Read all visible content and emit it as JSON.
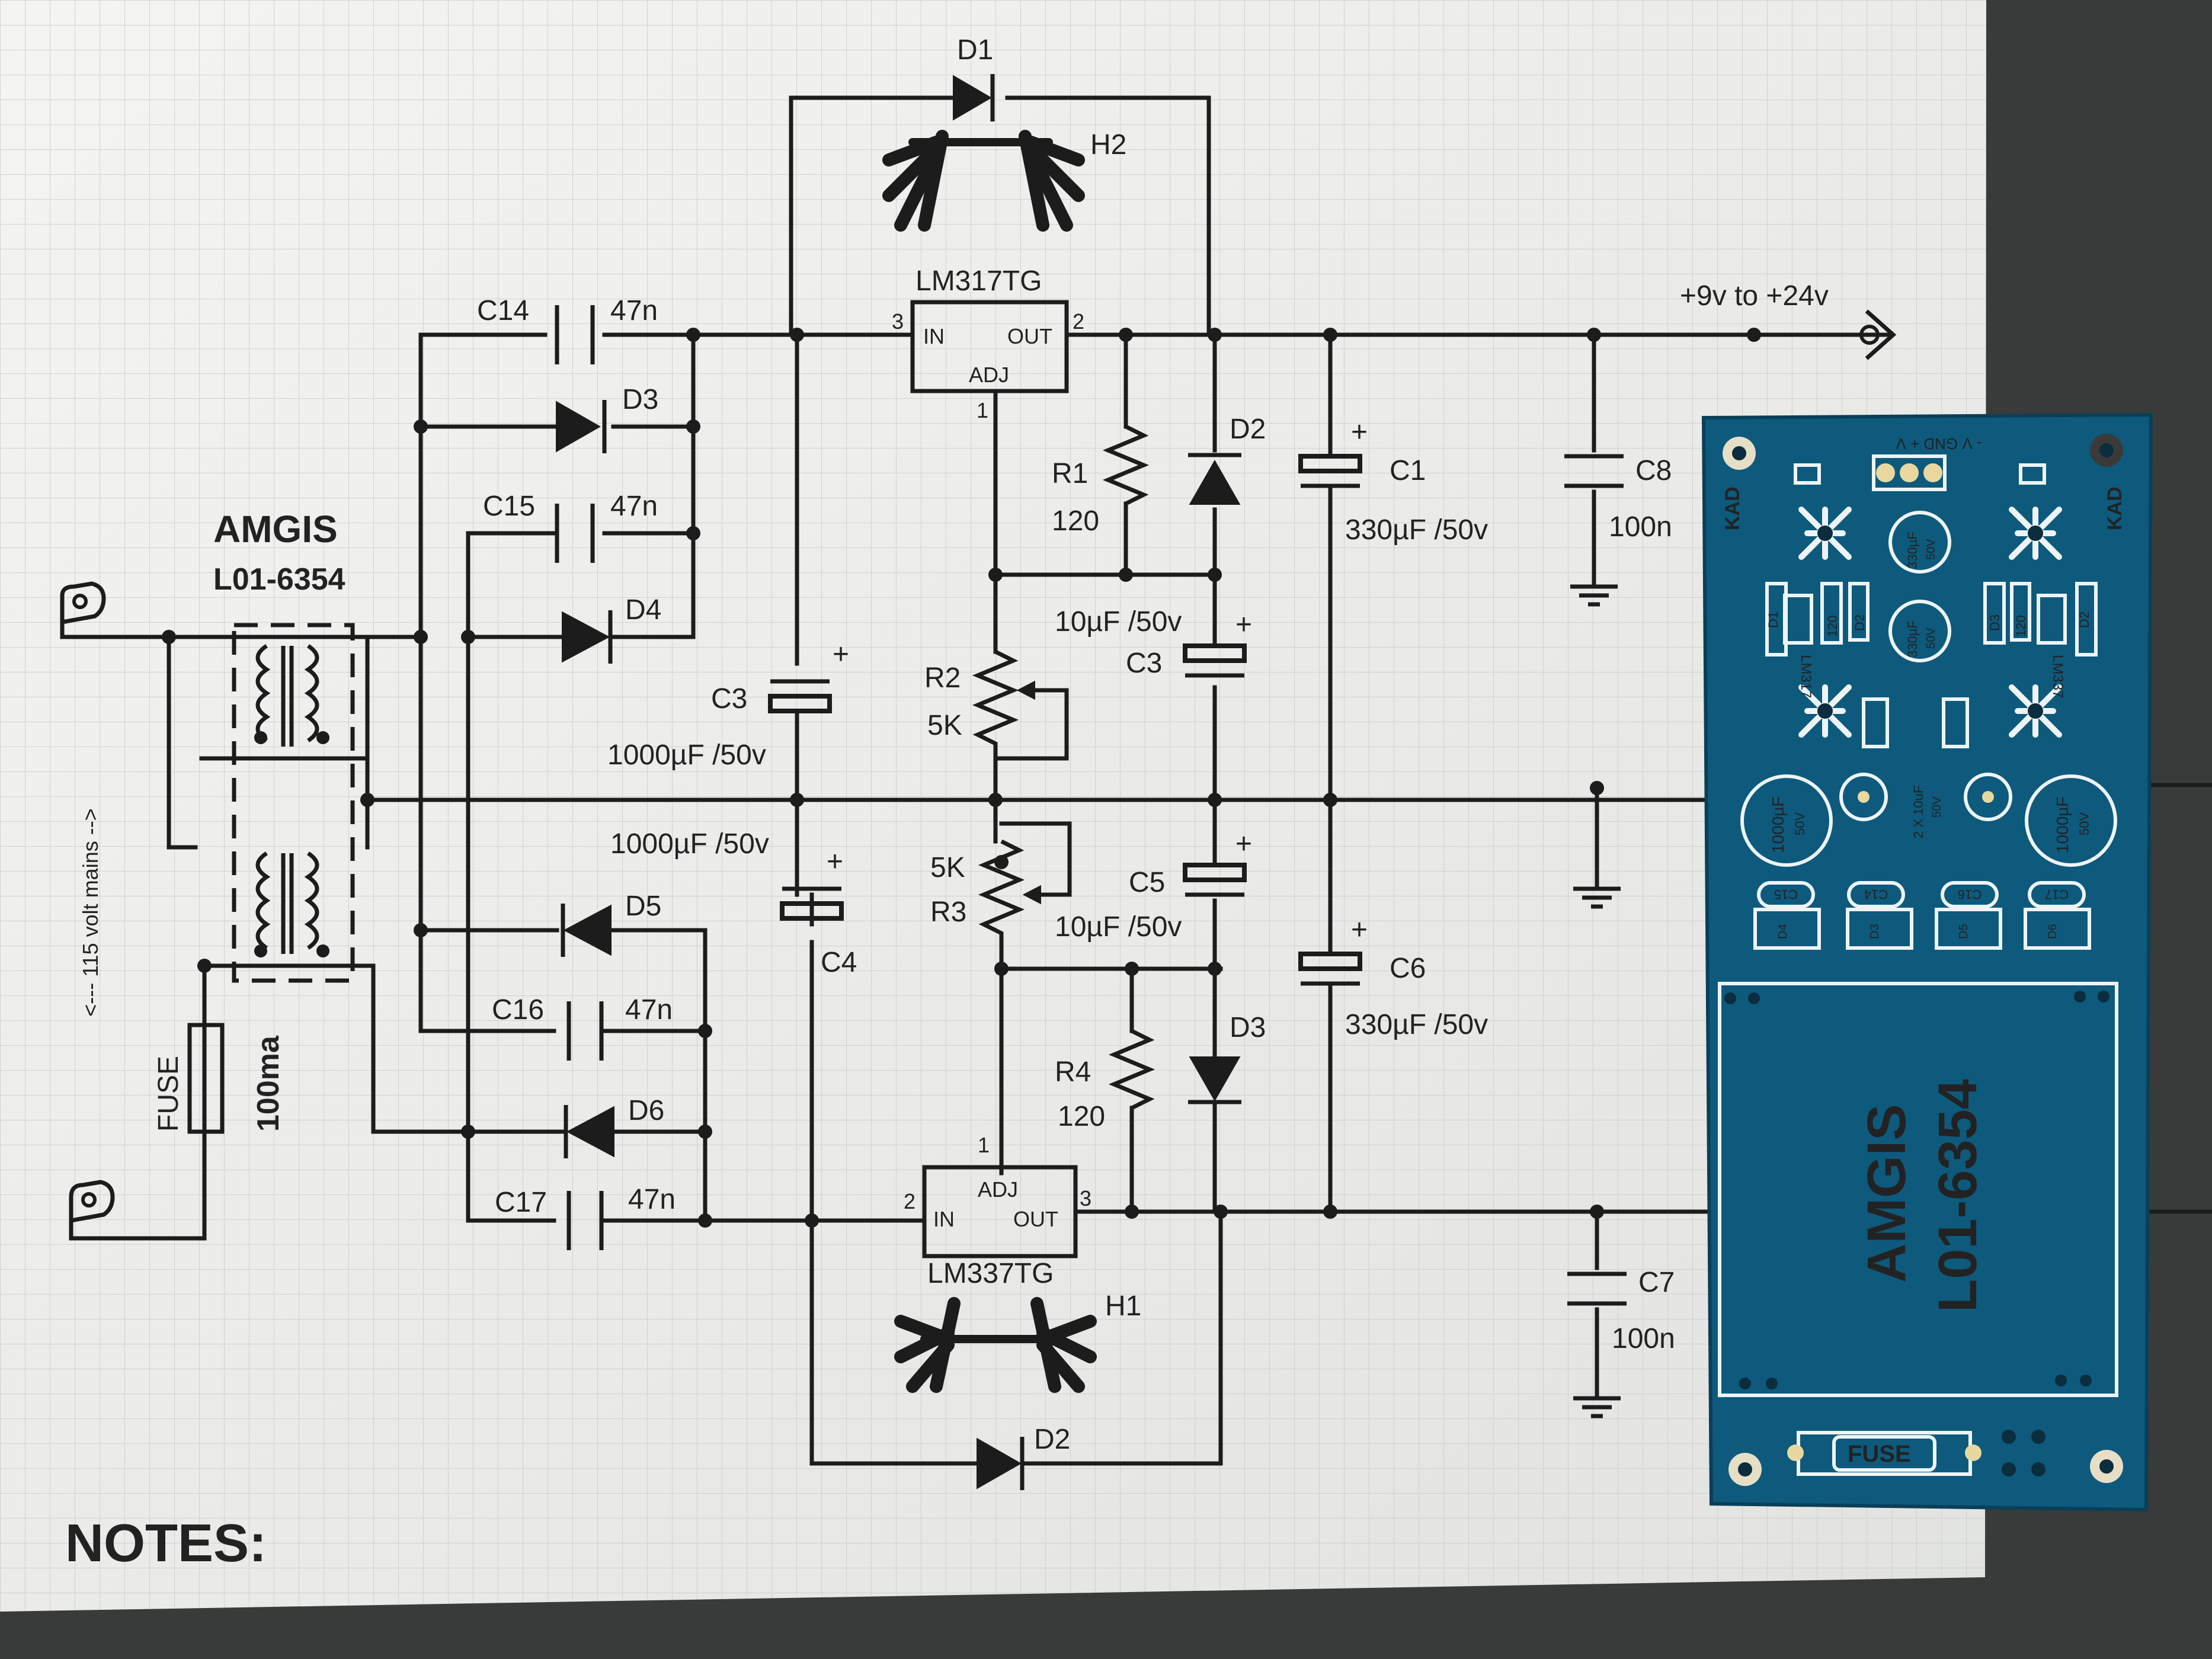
{
  "schematic": {
    "components": {
      "D1": {
        "ref": "D1"
      },
      "H2": {
        "ref": "H2"
      },
      "U1": {
        "ref": "LM317TG",
        "pin_in": "IN",
        "pin_out": "OUT",
        "pin_adj": "ADJ",
        "pin3": "3",
        "pin2": "2",
        "pin1": "1"
      },
      "U2": {
        "ref": "LM337TG",
        "pin_in": "IN",
        "pin_out": "OUT",
        "pin_adj": "ADJ",
        "pin2": "2",
        "pin3": "3",
        "pin1": "1"
      },
      "C14": {
        "ref": "C14",
        "val": "47n"
      },
      "D3a": {
        "ref": "D3"
      },
      "C15": {
        "ref": "C15",
        "val": "47n"
      },
      "D4": {
        "ref": "D4"
      },
      "transformer": {
        "brand": "AMGIS",
        "model": "L01-6354"
      },
      "mains": {
        "label": "<--- 115 volt mains -->"
      },
      "fuse": {
        "ref": "FUSE",
        "val": "100ma"
      },
      "C3a": {
        "ref": "C3",
        "val": "1000µF /50v"
      },
      "C4": {
        "ref": "C4",
        "val": "1000µF /50v"
      },
      "R1": {
        "ref": "R1",
        "val": "120"
      },
      "D2a": {
        "ref": "D2"
      },
      "C1": {
        "ref": "C1",
        "val": "330µF /50v"
      },
      "C8": {
        "ref": "C8",
        "val": "100n"
      },
      "output": {
        "label": "+9v to +24v"
      },
      "R2": {
        "ref": "R2",
        "val": "5K"
      },
      "C3b": {
        "ref": "C3",
        "val": "10µF /50v"
      },
      "R3": {
        "ref": "R3",
        "val": "5K"
      },
      "C5": {
        "ref": "C5",
        "val": "10µF /50v"
      },
      "D5": {
        "ref": "D5"
      },
      "C16": {
        "ref": "C16",
        "val": "47n"
      },
      "D6": {
        "ref": "D6"
      },
      "C17": {
        "ref": "C17",
        "val": "47n"
      },
      "C6": {
        "ref": "C6",
        "val": "330µF /50v"
      },
      "R4": {
        "ref": "R4",
        "val": "120"
      },
      "D3b": {
        "ref": "D3"
      },
      "C7": {
        "ref": "C7",
        "val": "100n"
      },
      "H1": {
        "ref": "H1"
      },
      "D2b": {
        "ref": "D2"
      },
      "plus": "+"
    },
    "notes": "NOTES:"
  },
  "pcb": {
    "colors": {
      "board": "#0f5f82",
      "silk": "#eef4f6",
      "pad": "#e8d8a0"
    },
    "connector": "- V  GND  + V",
    "kad_left": "KAD",
    "kad_right": "KAD",
    "D1": "D1",
    "r120_left": "120",
    "D2_left": "D2",
    "D3": "D3",
    "r120_right": "120",
    "D2_right": "D2",
    "lm317": "LM317",
    "lm337": "LM337",
    "cap_top_a": "330µF",
    "cap_top_a_v": "50V",
    "cap_mid": "330µF",
    "cap_mid_v": "50V",
    "big_left": "1000µF",
    "big_left_v": "50V",
    "big_right": "1000µF",
    "big_right_v": "50V",
    "small_caps": "2 X 10uF",
    "small_caps_v": "50V",
    "C15": "C15",
    "C14": "C14",
    "C16": "C16",
    "C17": "C17",
    "D4": "D4",
    "D3b": "D3",
    "D5": "D5",
    "D6": "D6",
    "brand": "AMGIS",
    "model": "L01-6354",
    "fuse": "FUSE"
  }
}
